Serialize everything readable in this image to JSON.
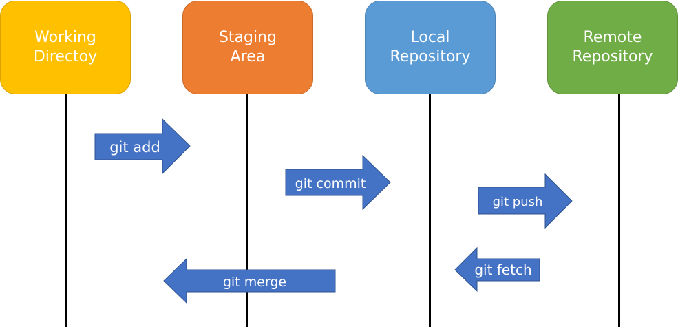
{
  "stages": {
    "working": {
      "line1": "Working",
      "line2": "Directoy"
    },
    "staging": {
      "line1": "Staging",
      "line2": "Area"
    },
    "local": {
      "line1": "Local",
      "line2": "Repository"
    },
    "remote": {
      "line1": "Remote",
      "line2": "Repository"
    }
  },
  "commands": {
    "add": "git add",
    "commit": "git commit",
    "push": "git push",
    "fetch": "git fetch",
    "merge": "git merge"
  },
  "colors": {
    "working": "#ffc000",
    "staging": "#ed7d31",
    "local": "#5b9bd5",
    "remote": "#70ad47",
    "arrow": "#4472c4"
  }
}
